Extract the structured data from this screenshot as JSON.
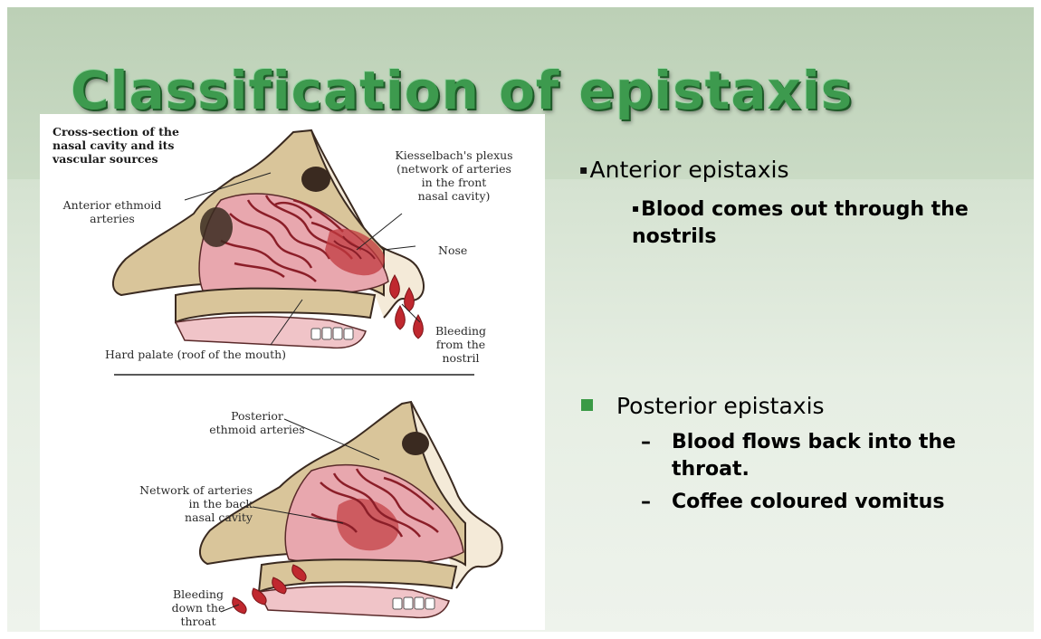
{
  "slide": {
    "title": "Classification of epistaxis"
  },
  "figure": {
    "caption": "Cross-section of the\nnasal cavity and its\nvascular sources",
    "top_labels": {
      "anterior_ethmoid": "Anterior ethmoid\narteries",
      "kiesselbach": "Kiesselbach's plexus\n(network of arteries\nin the front\nnasal cavity)",
      "nose": "Nose",
      "bleeding_nostril": "Bleeding\nfrom the\nnostril",
      "hard_palate": "Hard palate (roof of the mouth)"
    },
    "bottom_labels": {
      "posterior_ethmoid": "Posterior\nethmoid arteries",
      "network_back": "Network of arteries\nin the back\nnasal cavity",
      "bleeding_throat": "Bleeding\ndown the\nthroat"
    }
  },
  "content": {
    "anterior": {
      "heading": "Anterior epistaxis",
      "points": [
        "Blood comes out through the nostrils"
      ]
    },
    "posterior": {
      "heading": "Posterior epistaxis",
      "points": [
        "Blood flows back into the throat.",
        "Coffee coloured vomitus"
      ]
    }
  },
  "colors": {
    "title_green": "#3d9a4e",
    "bullet_green": "#3a9a45",
    "artery_red": "#b8323a",
    "tissue_pink": "#e8a7ae",
    "bone_tan": "#d9c59a"
  }
}
